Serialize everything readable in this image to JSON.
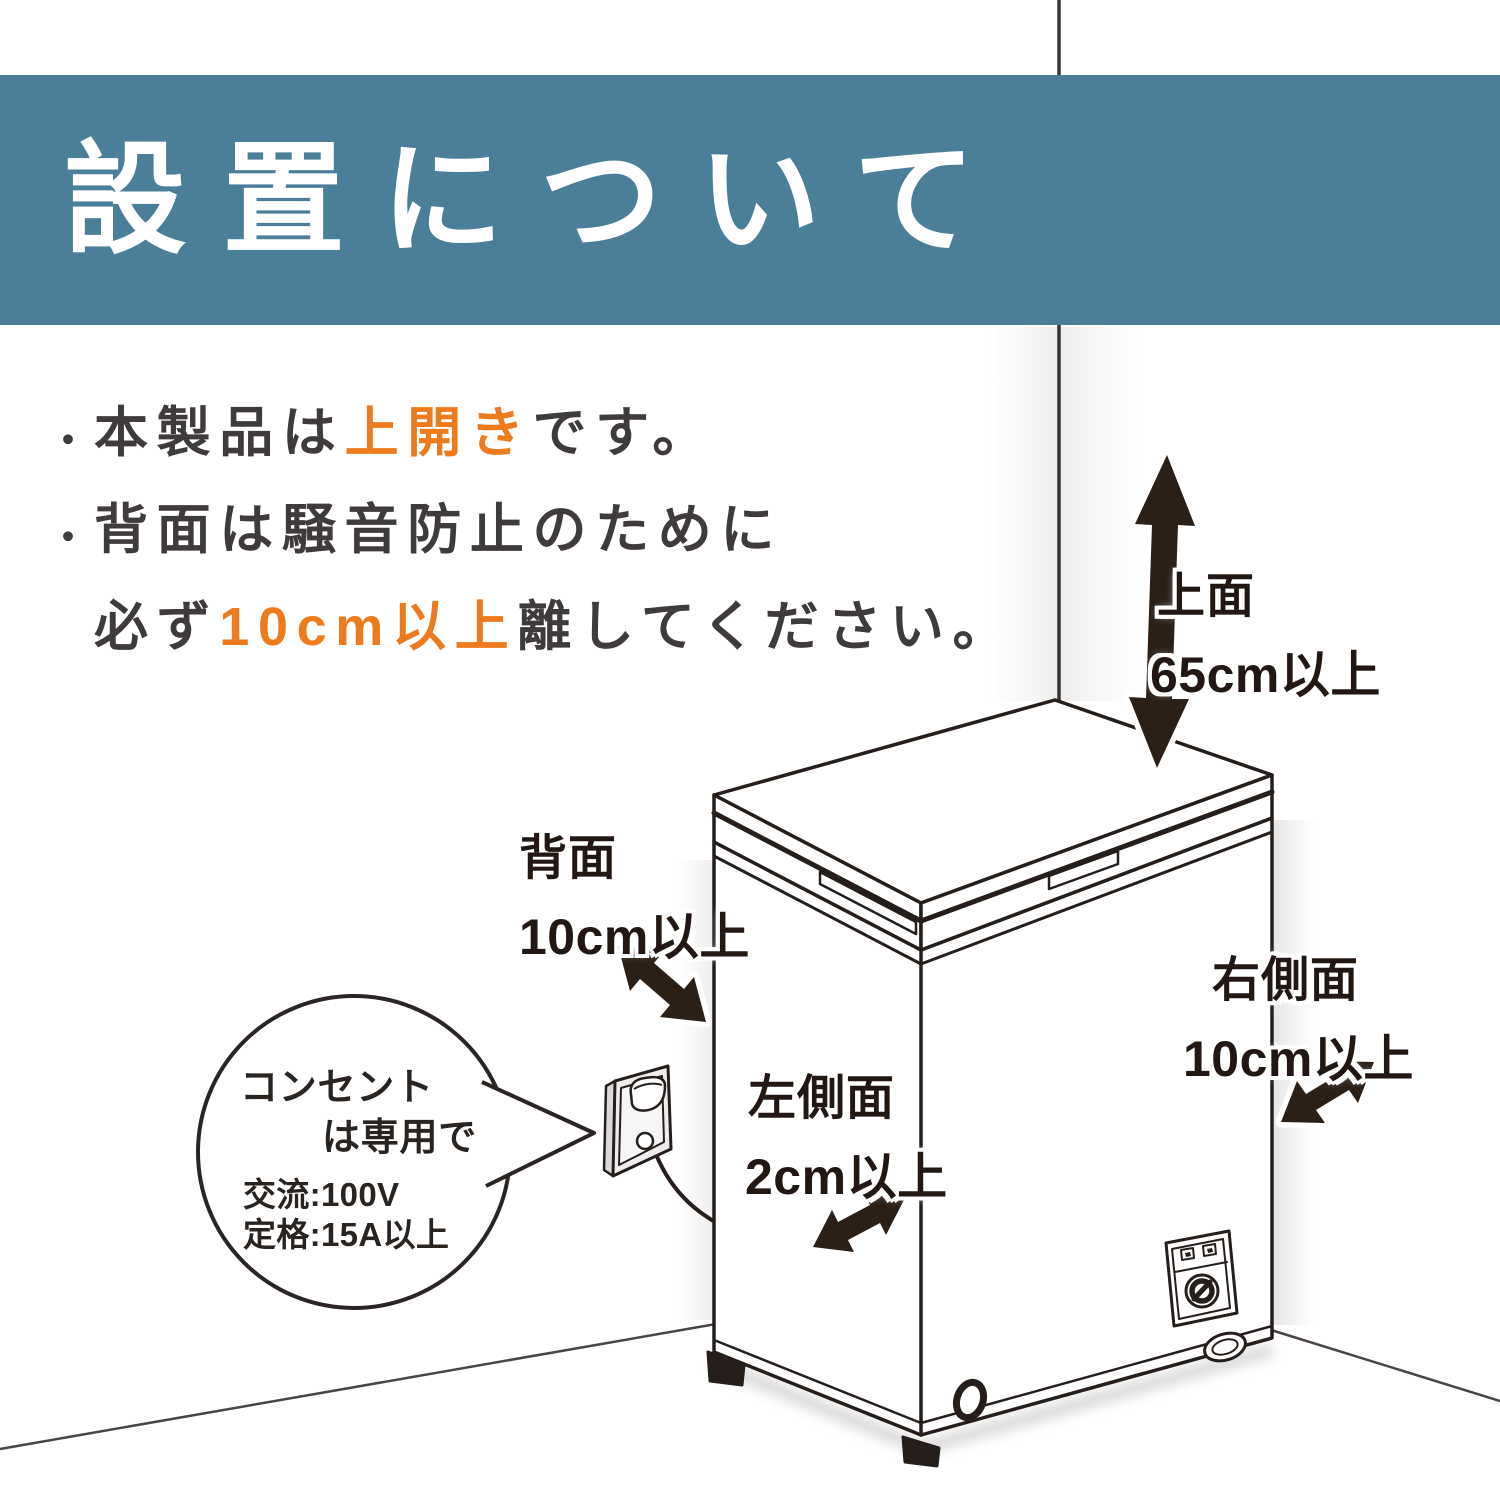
{
  "header": {
    "title": "設置について"
  },
  "notes": {
    "bullet": "・",
    "line1": {
      "segments": [
        {
          "text": "本製品は"
        },
        {
          "text": "上開き"
        },
        {
          "text": "です。"
        }
      ]
    },
    "line2": {
      "segments": [
        {
          "text": "背面は騒音防止のために"
        }
      ]
    },
    "line3": {
      "segments": [
        {
          "text": "必ず"
        },
        {
          "text": "10cm以上"
        },
        {
          "text": "離してください。"
        }
      ]
    }
  },
  "clearances": {
    "top": {
      "label": "上面",
      "value": "65cm以上"
    },
    "back": {
      "label": "背面",
      "value": "10cm以上"
    },
    "right": {
      "label": "右側面",
      "value": "10cm以上"
    },
    "left": {
      "label": "左側面",
      "value": "2cm以上"
    }
  },
  "outlet_balloon": {
    "title_line1": "コンセント",
    "title_line2": "は専用で",
    "spec_line1": "交流:100V",
    "spec_line2": "定格:15A以上"
  },
  "colors": {
    "header_bg": "#4b7e99",
    "accent_orange": "#ed7a1c",
    "body_text": "#3f3b3a",
    "line_ink": "#251e1b",
    "arrow_ink": "#2b1f16"
  }
}
